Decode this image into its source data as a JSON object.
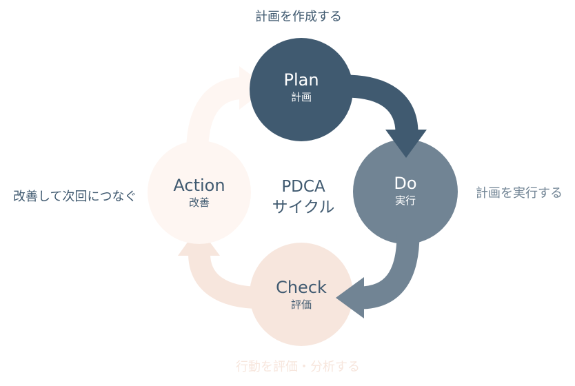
{
  "title": "PDCA",
  "subtitle": "サイクル",
  "colors": {
    "plan": "#405A70",
    "do": "#718494",
    "check": "#F7E6DD",
    "action": "#FEF6F2",
    "dark_text": "#405A70"
  },
  "stages": [
    {
      "key": "plan",
      "name_en": "Plan",
      "name_jp": "計画",
      "description": "計画を作成する"
    },
    {
      "key": "do",
      "name_en": "Do",
      "name_jp": "実行",
      "description": "計画を実行する"
    },
    {
      "key": "check",
      "name_en": "Check",
      "name_jp": "評価",
      "description": "行動を評価・分析する"
    },
    {
      "key": "action",
      "name_en": "Action",
      "name_jp": "改善",
      "description": "改善して次回につなぐ"
    }
  ],
  "flows": [
    {
      "from": "Plan",
      "to": "Do"
    },
    {
      "from": "Do",
      "to": "Check"
    },
    {
      "from": "Check",
      "to": "Action"
    },
    {
      "from": "Action",
      "to": "Plan"
    }
  ]
}
